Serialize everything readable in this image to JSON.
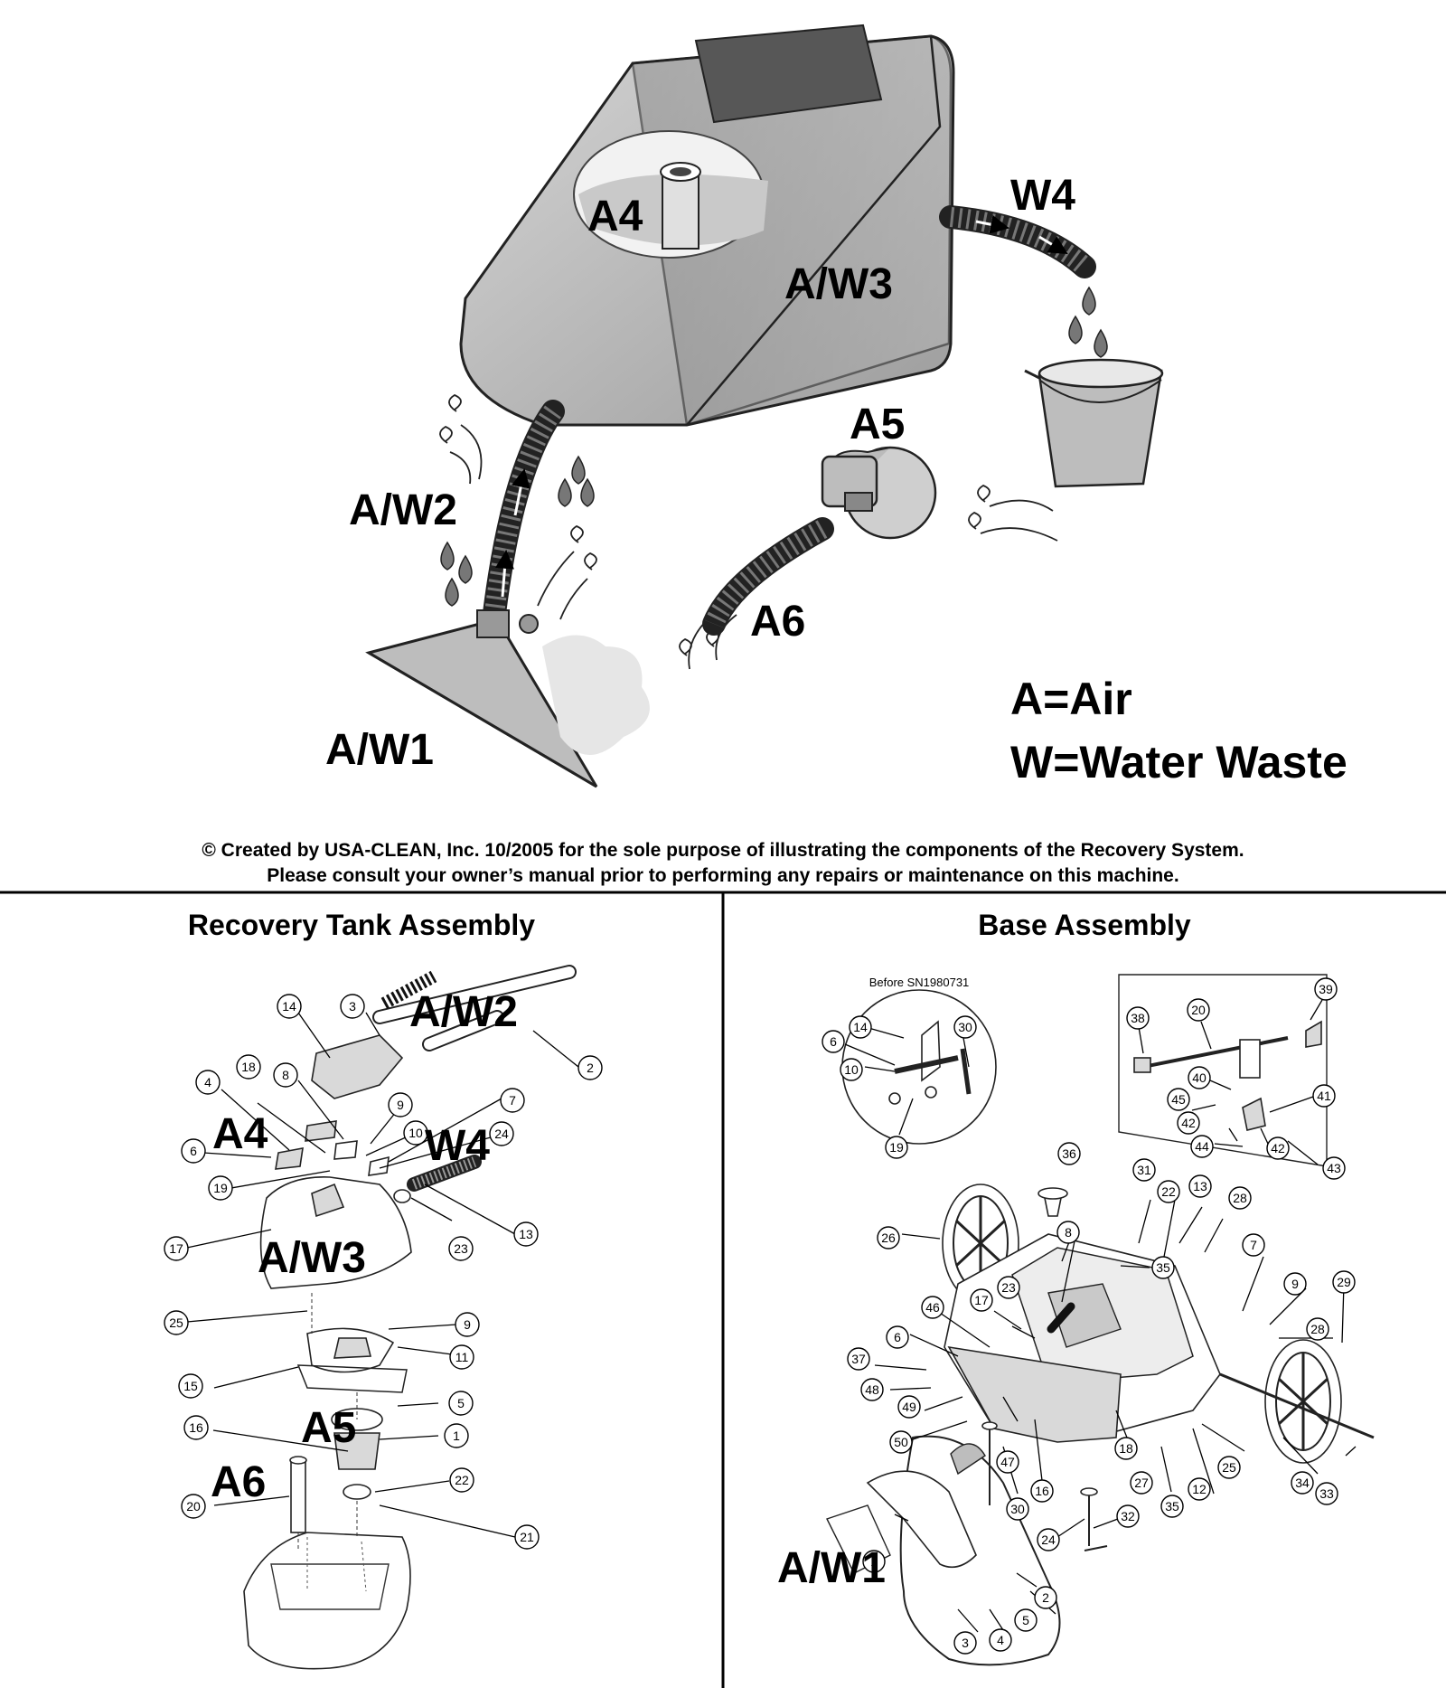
{
  "overview": {
    "labels": {
      "a4": "A4",
      "aw3": "A/W3",
      "w4": "W4",
      "aw2": "A/W2",
      "a5": "A5",
      "a6": "A6",
      "aw1": "A/W1"
    },
    "legend": {
      "air": "A=Air",
      "water": "W=Water Waste"
    }
  },
  "notice": {
    "line1": "© Created by USA-CLEAN, Inc. 10/2005 for the sole purpose of illustrating the components of the Recovery System.",
    "line2": "Please consult your owner’s manual prior to performing any repairs or maintenance on this machine."
  },
  "recovery_tank": {
    "title": "Recovery Tank Assembly",
    "labels": {
      "aw2": "A/W2",
      "a4": "A4",
      "w4": "W4",
      "aw3": "A/W3",
      "a5": "A5",
      "a6": "A6"
    },
    "callouts": [
      "14",
      "3",
      "2",
      "18",
      "8",
      "4",
      "9",
      "7",
      "6",
      "10",
      "24",
      "19",
      "23",
      "13",
      "17",
      "25",
      "9",
      "11",
      "15",
      "5",
      "16",
      "1",
      "22",
      "20",
      "21"
    ]
  },
  "base": {
    "title": "Base Assembly",
    "inset_caption": "Before SN1980731",
    "labels": {
      "aw1": "A/W1"
    },
    "inset_callouts": [
      "14",
      "30",
      "6",
      "10",
      "19"
    ],
    "kit_callouts": [
      "39",
      "38",
      "20",
      "40",
      "45",
      "41",
      "42",
      "44",
      "42",
      "43"
    ],
    "callouts": [
      "36",
      "31",
      "22",
      "13",
      "28",
      "26",
      "8",
      "35",
      "7",
      "9",
      "29",
      "46",
      "17",
      "23",
      "6",
      "37",
      "48",
      "49",
      "50",
      "28",
      "47",
      "16",
      "18",
      "27",
      "35",
      "25",
      "12",
      "34",
      "33",
      "30",
      "24",
      "32",
      "1",
      "2",
      "5",
      "3",
      "4"
    ]
  },
  "colors": {
    "ink": "#000000",
    "body": "#bdbdbd",
    "body_dark": "#9a9a9a",
    "panel": "#575757"
  }
}
